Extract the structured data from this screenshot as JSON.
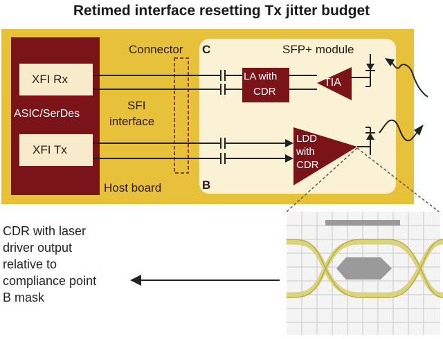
{
  "title": "Retimed interface resetting Tx jitter budget",
  "labels": {
    "asic": "ASIC/SerDes",
    "xfi_rx": "XFI Rx",
    "xfi_tx": "XFI Tx",
    "connector": "Connector",
    "point_c": "C",
    "point_b": "B",
    "sfi_line1": "SFI",
    "sfi_line2": "interface",
    "host_board": "Host board",
    "sfp_module": "SFP+ module",
    "la_line1": "LA with",
    "la_line2": "CDR",
    "tia": "TIA",
    "ldd_line1": "LDD",
    "ldd_line2": "with",
    "ldd_line3": "CDR"
  },
  "caption": {
    "line1": "CDR with laser",
    "line2": "driver output",
    "line3": "relative to",
    "line4": "compliance point",
    "line5": "B mask"
  },
  "colors": {
    "board": "#e8c13a",
    "module": "#fbf1d4",
    "block": "#7a1418",
    "block_inner": "#f8ebcb",
    "eye": "#d9d27a",
    "mask": "#9a9a9a"
  }
}
